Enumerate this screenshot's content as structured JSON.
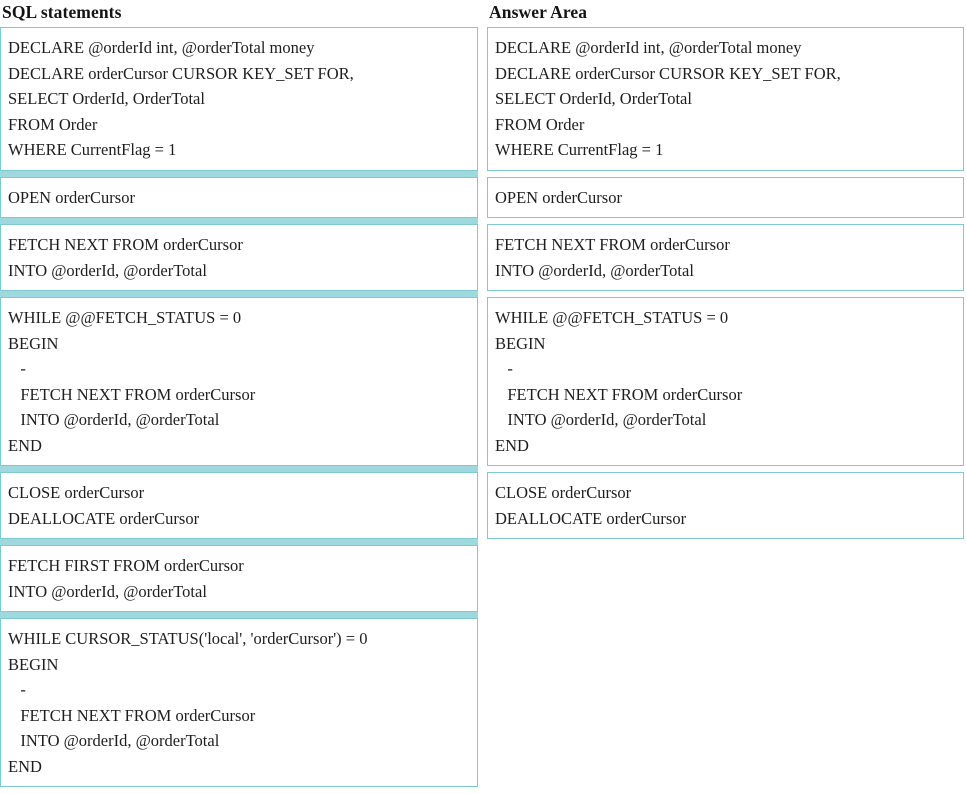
{
  "columns": {
    "left": {
      "heading": "SQL statements",
      "blocks": [
        {
          "id": "declare-cursor-block",
          "lines": [
            "DECLARE @orderId int, @orderTotal money",
            "DECLARE orderCursor CURSOR KEY_SET FOR,",
            "SELECT OrderId, OrderTotal",
            "FROM Order",
            "WHERE CurrentFlag = 1"
          ]
        },
        {
          "id": "open-cursor-block",
          "lines": [
            "OPEN orderCursor"
          ]
        },
        {
          "id": "fetch-next-block",
          "lines": [
            "FETCH NEXT FROM orderCursor",
            "INTO @orderId, @orderTotal"
          ]
        },
        {
          "id": "while-fetch-status-block",
          "lines": [
            "WHILE @@FETCH_STATUS = 0",
            "BEGIN",
            "   -",
            "   FETCH NEXT FROM orderCursor",
            "   INTO @orderId, @orderTotal",
            "END"
          ]
        },
        {
          "id": "close-deallocate-block",
          "lines": [
            "CLOSE orderCursor",
            "DEALLOCATE orderCursor"
          ]
        },
        {
          "id": "fetch-first-block",
          "lines": [
            "FETCH FIRST FROM orderCursor",
            "INTO @orderId, @orderTotal"
          ]
        },
        {
          "id": "while-cursor-status-block",
          "lines": [
            "WHILE CURSOR_STATUS('local', 'orderCursor') = 0",
            "BEGIN",
            "   -",
            "   FETCH NEXT FROM orderCursor",
            "   INTO @orderId, @orderTotal",
            "END"
          ]
        }
      ]
    },
    "right": {
      "heading": "Answer Area",
      "blocks": [
        {
          "id": "answer-declare-cursor-block",
          "lines": [
            "DECLARE @orderId int, @orderTotal money",
            "DECLARE orderCursor CURSOR KEY_SET FOR,",
            "SELECT OrderId, OrderTotal",
            "FROM Order",
            "WHERE CurrentFlag = 1"
          ]
        },
        {
          "id": "answer-open-cursor-block",
          "lines": [
            "OPEN orderCursor"
          ]
        },
        {
          "id": "answer-fetch-next-block",
          "lines": [
            "FETCH NEXT FROM orderCursor",
            "INTO @orderId, @orderTotal"
          ]
        },
        {
          "id": "answer-while-fetch-status-block",
          "lines": [
            "WHILE @@FETCH_STATUS = 0",
            "BEGIN",
            "   -",
            "   FETCH NEXT FROM orderCursor",
            "   INTO @orderId, @orderTotal",
            "END"
          ]
        },
        {
          "id": "answer-close-deallocate-block",
          "lines": [
            "CLOSE orderCursor",
            "DEALLOCATE orderCursor"
          ]
        }
      ]
    }
  },
  "colors": {
    "block_border": "#7ec9d2",
    "stack_background": "#9fd9dd",
    "block_background": "#ffffff",
    "text": "#1e1e1e"
  }
}
